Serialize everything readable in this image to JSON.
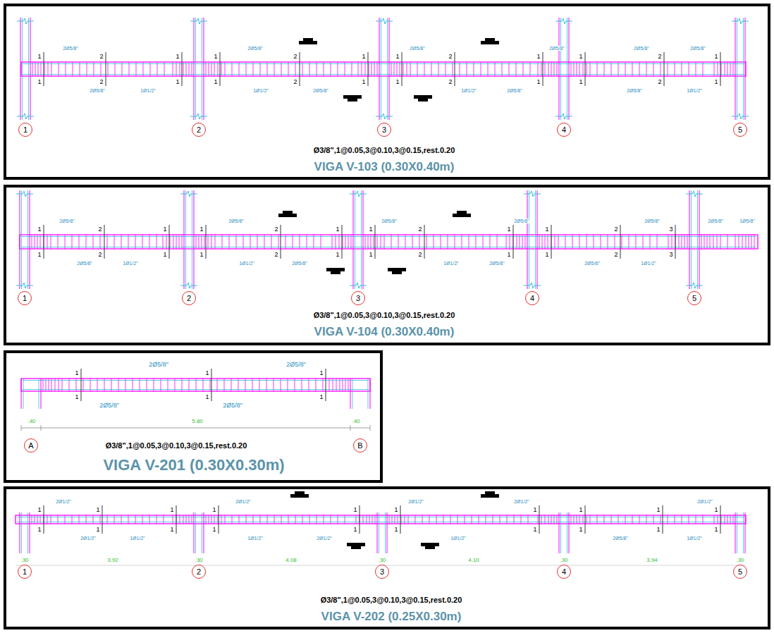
{
  "diagram": {
    "nodes": [
      {
        "text": [
          "Ø3/8\",1@0.05,3@0.10,3@0.15,rest.0.20",
          "VIGA V-103 (0.30X0.40m)"
        ]
      },
      {
        "text": [
          "1"
        ],
        "in": 0
      },
      {
        "text": [
          "2"
        ],
        "in": 0
      },
      {
        "text": [
          "3"
        ],
        "in": 0
      },
      {
        "text": [
          "4"
        ],
        "in": 0
      },
      {
        "text": [
          "5"
        ],
        "in": 0
      },
      {
        "text": [
          "Ø3/8\",1@0.05,3@0.10,3@0.15,rest.0.20",
          "VIGA V-104 (0.30X0.40m)"
        ]
      },
      {
        "text": [
          "1"
        ],
        "in": 6
      },
      {
        "text": [
          "2"
        ],
        "in": 6
      },
      {
        "text": [
          "3"
        ],
        "in": 6
      },
      {
        "text": [
          "4"
        ],
        "in": 6
      },
      {
        "text": [
          "5"
        ],
        "in": 6
      },
      {
        "text": [
          "Ø3/8\",1@0.05,3@0.10,3@0.15,rest.0.20",
          "VIGA V-201 (0.30X0.30m)"
        ]
      },
      {
        "text": [
          "A"
        ],
        "in": 12
      },
      {
        "text": [
          "B"
        ],
        "in": 12
      },
      {
        "text": [
          "Ø3/8\",1@0.05,3@0.10,3@0.15,rest.0.20",
          "VIGA V-202 (0.25X0.30m)"
        ]
      },
      {
        "text": [
          "1"
        ],
        "in": 15
      },
      {
        "text": [
          "2"
        ],
        "in": 15
      },
      {
        "text": [
          "3"
        ],
        "in": 15
      },
      {
        "text": [
          "4"
        ],
        "in": 15
      },
      {
        "text": [
          "5"
        ],
        "in": 15
      }
    ],
    "labels": [
      "1",
      "1",
      "2",
      "2",
      "1",
      "1",
      "1",
      "1",
      "2",
      "2",
      "1",
      "1",
      "1",
      "1",
      "2",
      "2",
      "1",
      "1",
      "1",
      "1",
      "2",
      "2",
      "1",
      "1",
      "2Ø5/8\"",
      "2Ø5/8\"",
      "2Ø5/8\"",
      "2Ø5/8\"",
      "2Ø5/8\"",
      "2Ø5/8\"",
      "2Ø5/8\"",
      "1Ø1/2\"",
      "1Ø1/2\"",
      "2Ø5/8\"",
      "1Ø1/2\"",
      "2Ø5/8\"",
      "2Ø5/8\"",
      "1Ø1/2\"",
      "1",
      "1",
      "2",
      "2",
      "1",
      "1",
      "1",
      "1",
      "2",
      "2",
      "1",
      "1",
      "1",
      "1",
      "2",
      "2",
      "1",
      "1",
      "1",
      "1",
      "2",
      "2",
      "3",
      "3",
      "2Ø5/8\"",
      "2Ø5/8\"",
      "2Ø5/8\"",
      "2Ø5/8\"",
      "2Ø5/8\"",
      "2Ø5/8\"",
      "1Ø5/8\"",
      "2Ø5/8\"",
      "1Ø1/2\"",
      "1Ø1/2\"",
      "2Ø5/8\"",
      "1Ø1/2\"",
      "2Ø5/8\"",
      "2Ø5/8\"",
      "1Ø1/2\"",
      "1",
      "1",
      "1",
      "1",
      "1",
      "1",
      "2Ø5/8\"",
      "2Ø5/8\"",
      "2Ø5/8\"",
      "2Ø5/8\"",
      ".40",
      "5.80",
      ".40",
      "1",
      "1",
      "1",
      "1",
      "1",
      "1",
      "1",
      "1",
      "1",
      "1",
      "1",
      "1",
      "1",
      "1",
      "1",
      "1",
      "1",
      "1",
      "1",
      "1",
      "2Ø1/2\"",
      "2Ø1/2\"",
      "2Ø1/2\"",
      "2Ø1/2\"",
      "2Ø1/2\"",
      "2Ø1/2\"",
      "1Ø1/2\"",
      "1Ø1/2\"",
      "2Ø1/2\"",
      "1Ø1/2\"",
      "2Ø5/8\"",
      "1Ø1/2\"",
      ".30",
      "3.92",
      ".30",
      "4.08",
      ".30",
      "4.10",
      ".30",
      "3.94",
      ".30"
    ]
  }
}
